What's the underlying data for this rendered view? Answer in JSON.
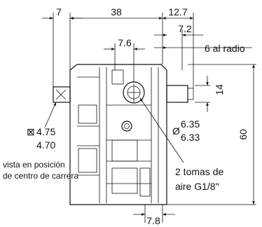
{
  "drawing": {
    "dimensions": {
      "left_offset": "7",
      "body_width": "38",
      "right_top_width": "12.7",
      "port_spacing": "7.2",
      "port_offset": "7.6",
      "radius_note": "6 al radio",
      "shaft_height": "14",
      "overall_height": "60",
      "bottom_offset": "7.8",
      "square_upper": "4.75",
      "square_lower": "4.70",
      "diameter_upper": "6.35",
      "diameter_lower": "6.33"
    },
    "notes": {
      "stroke_position_line1": "vista en posición",
      "stroke_position_line2": "de centro de carrera",
      "air_ports_line1": "2 tomas de",
      "air_ports_line2": "aire G1/8\""
    },
    "symbols": {
      "square_symbol": "⊠",
      "diameter_symbol": "Ø"
    }
  }
}
